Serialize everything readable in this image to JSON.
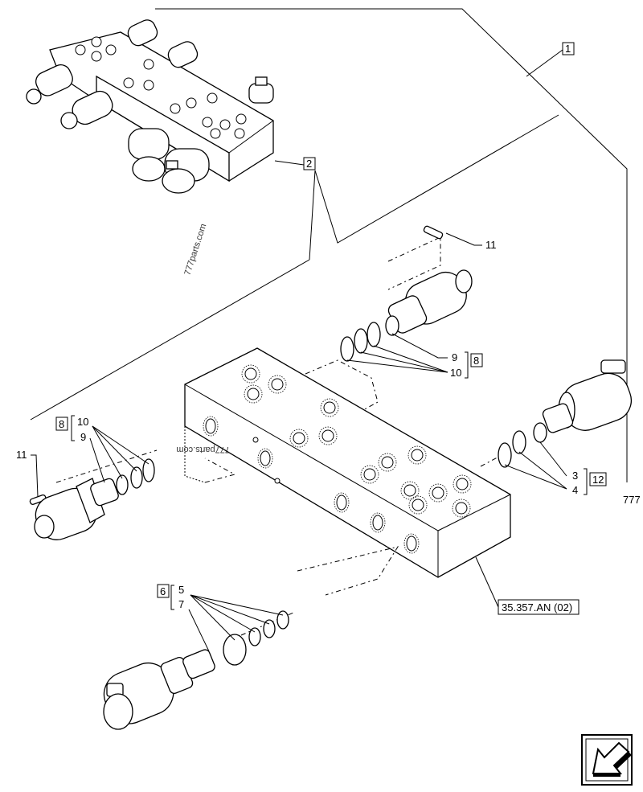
{
  "labels": {
    "ref1": "1",
    "ref2": "2",
    "ref3": "3",
    "ref4": "4",
    "ref5": "5",
    "ref6": "6",
    "ref7": "7",
    "ref8a": "8",
    "ref8b": "8",
    "ref9a": "9",
    "ref9b": "9",
    "ref10a": "10",
    "ref10b": "10",
    "ref11a": "11",
    "ref11b": "11",
    "ref12": "12",
    "section_ref": "35.357.AN (02)"
  },
  "watermarks": {
    "wm1": "777parts.com",
    "wm2": "777parts.com",
    "wm_edge": "777"
  },
  "icons": {
    "nav": "arrow-left-down-icon"
  }
}
